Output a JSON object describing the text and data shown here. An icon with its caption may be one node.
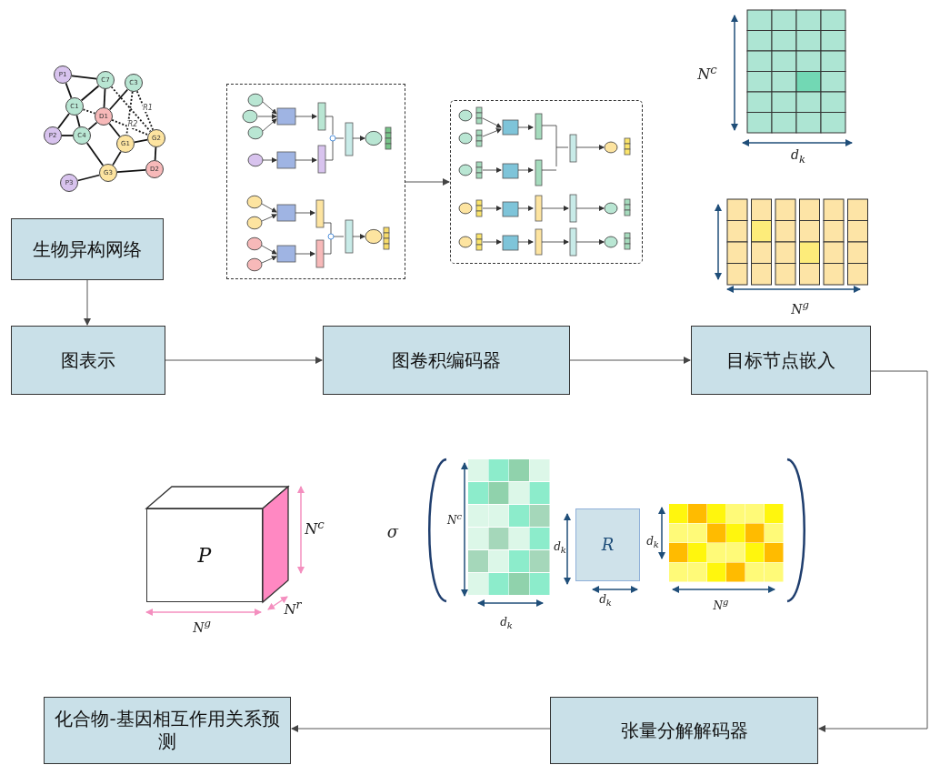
{
  "diagram": {
    "nodes": [
      {
        "text": [
          "生物异构网络"
        ]
      },
      {
        "text": [
          "图表示"
        ]
      },
      {
        "text": [
          "图卷积编码器"
        ]
      },
      {
        "text": [
          "目标节点嵌入"
        ]
      },
      {
        "text": [
          "张量分解解码器"
        ]
      },
      {
        "text": [
          "化合物-基因相互作用关系预测"
        ]
      },
      {
        "text": [],
        "shape": "picture"
      },
      {
        "text": [],
        "shape": "picture"
      },
      {
        "text": [
          "P"
        ]
      },
      {
        "text": [
          "R"
        ]
      },
      {
        "text": [
          "P1"
        ]
      },
      {
        "text": [
          "C7"
        ]
      },
      {
        "text": [
          "C3"
        ]
      },
      {
        "text": [
          "C1"
        ]
      },
      {
        "text": [
          "D1"
        ]
      },
      {
        "text": [
          "P2"
        ]
      },
      {
        "text": [
          "C4"
        ]
      },
      {
        "text": [
          "G1"
        ]
      },
      {
        "text": [
          "G2"
        ]
      },
      {
        "text": [
          "G3"
        ]
      },
      {
        "text": [
          "D2"
        ]
      },
      {
        "text": [
          "P3"
        ]
      }
    ],
    "edges": [
      {
        "from": 0,
        "to": 1,
        "arrow": "to"
      },
      {
        "from": 1,
        "to": 2,
        "arrow": "to"
      },
      {
        "from": 2,
        "to": 3,
        "arrow": "to"
      },
      {
        "from": 3,
        "to": 4,
        "arrow": "to"
      },
      {
        "from": 4,
        "to": 5,
        "arrow": "to"
      },
      {
        "from": 6,
        "to": 7,
        "arrow": "to"
      },
      {
        "from": 10,
        "to": 11,
        "arrow": "none"
      },
      {
        "from": 10,
        "to": 13,
        "arrow": "none"
      },
      {
        "from": 13,
        "to": 11,
        "arrow": "none"
      },
      {
        "from": 13,
        "to": 15,
        "arrow": "none"
      },
      {
        "from": 13,
        "to": 16,
        "arrow": "none"
      },
      {
        "from": 15,
        "to": 16,
        "arrow": "none"
      },
      {
        "from": 11,
        "to": 14,
        "arrow": "none"
      },
      {
        "from": 14,
        "to": 16,
        "arrow": "none"
      },
      {
        "from": 12,
        "to": 14,
        "arrow": "none"
      },
      {
        "from": 14,
        "to": 17,
        "arrow": "none"
      },
      {
        "from": 17,
        "to": 18,
        "arrow": "none"
      },
      {
        "from": 18,
        "to": 20,
        "arrow": "none"
      },
      {
        "from": 20,
        "to": 19,
        "arrow": "none"
      },
      {
        "from": 19,
        "to": 17,
        "arrow": "none"
      },
      {
        "from": 16,
        "to": 19,
        "arrow": "none"
      },
      {
        "from": 21,
        "to": 19,
        "arrow": "none"
      },
      {
        "from": 11,
        "to": 18,
        "arrow": "none",
        "style": "dashed"
      },
      {
        "from": 12,
        "to": 17,
        "arrow": "none",
        "style": "dashed"
      },
      {
        "from": 12,
        "to": 18,
        "arrow": "none",
        "style": "dashed",
        "label": "R1"
      },
      {
        "from": 13,
        "to": 14,
        "arrow": "none",
        "style": "dashed"
      },
      {
        "from": 14,
        "to": 18,
        "arrow": "none",
        "style": "dashed",
        "label": "R2"
      }
    ],
    "labels": [
      "N$^{c}$",
      "d$_{k}$",
      "N$^{g}$",
      "N$^{c}$",
      "N$^{r}$",
      "N$^{g}$",
      "σ",
      "N$^{c}$",
      "d$_{k}$",
      "d$_{k}$",
      "d$_{k}$",
      "d$_{k}$",
      "N$^{g}$"
    ]
  }
}
